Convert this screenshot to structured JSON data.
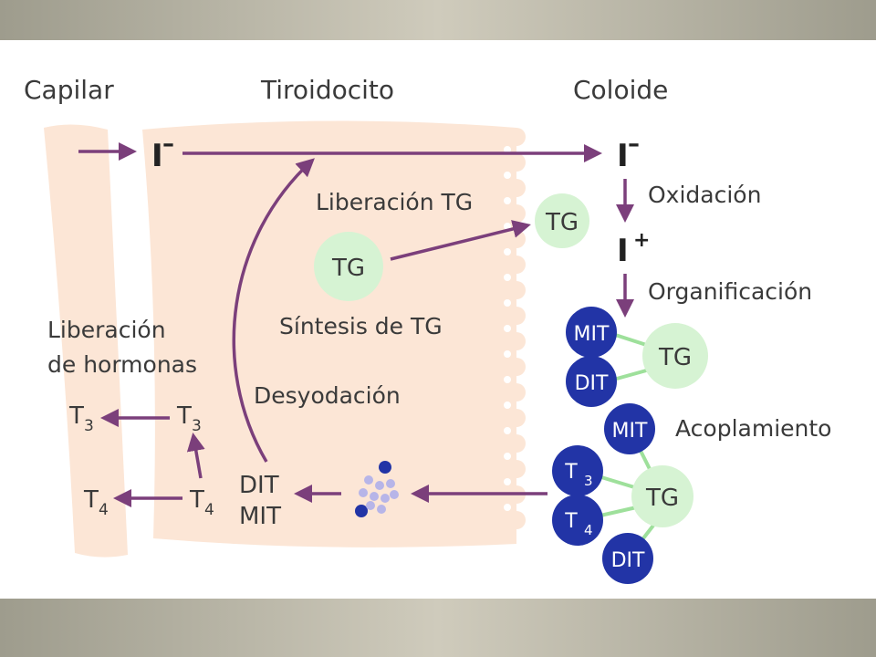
{
  "headers": {
    "capilar": "Capilar",
    "tiroidocito": "Tiroidocito",
    "coloide": "Coloide"
  },
  "iodide": {
    "ion": "I",
    "charge_minus": "–",
    "charge_plus": "+"
  },
  "steps": {
    "oxidacion": "Oxidación",
    "organificacion": "Organificación",
    "acoplamiento": "Acoplamiento",
    "liberacion_tg": "Liberación TG",
    "sintesis_tg": "Síntesis de TG",
    "desyodacion": "Desyodación",
    "liberacion_hormonas_1": "Liberación",
    "liberacion_hormonas_2": "de hormonas"
  },
  "molecules": {
    "tg": "TG",
    "mit": "MIT",
    "dit": "DIT",
    "t": "T",
    "sub3": "3",
    "sub4": "4"
  },
  "colors": {
    "arrow": "#7b3f7b",
    "cell": "#fce6d6",
    "tg_circle": "#d6f3d3",
    "iodo_ball": "#2234a6",
    "link": "#9ee09b",
    "vesicle_light": "#b7b5e8",
    "text": "#3a3a3a"
  }
}
